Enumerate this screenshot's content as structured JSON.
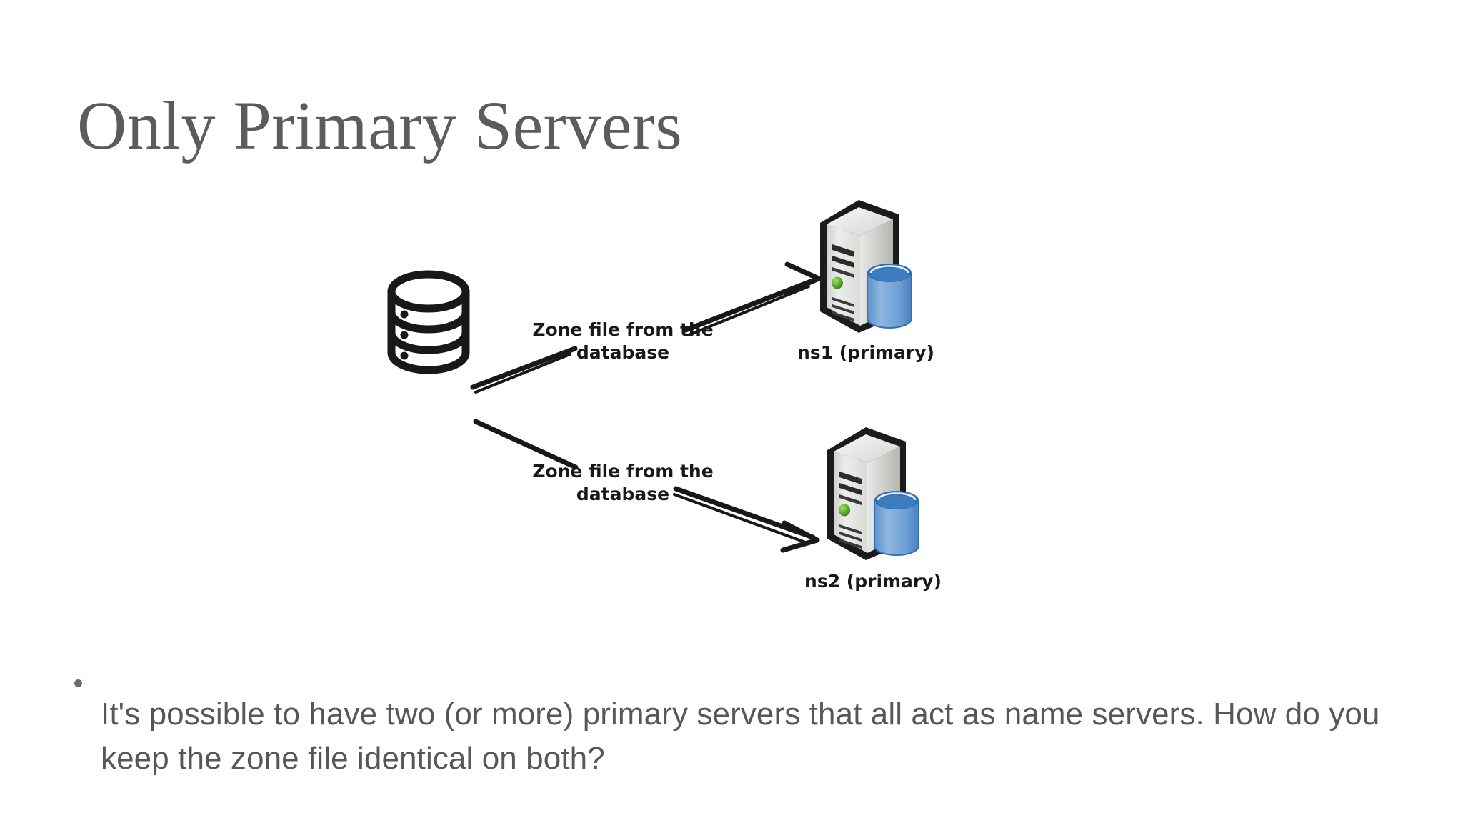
{
  "slide": {
    "title": "Only Primary Servers",
    "background_color": "#ffffff",
    "title_color": "#5a5c5e",
    "body_color": "#55585b"
  },
  "diagram": {
    "type": "flow",
    "source": {
      "icon": "database-cylinder-icon",
      "label": ""
    },
    "edges": [
      {
        "id": "edge-top",
        "label_line1": "Zone file from the",
        "label_line2": "database",
        "from": "database",
        "to": "ns1"
      },
      {
        "id": "edge-bottom",
        "label_line1": "Zone file from the",
        "label_line2": "database",
        "from": "database",
        "to": "ns2"
      }
    ],
    "nodes": [
      {
        "id": "ns1",
        "icon": "server-tower-database-icon",
        "label": "ns1 (primary)"
      },
      {
        "id": "ns2",
        "icon": "server-tower-database-icon",
        "label": "ns2 (primary)"
      }
    ],
    "colors": {
      "stroke": "#17181a",
      "server_body_light": "#f2f2f0",
      "server_body_mid": "#d8d8d4",
      "server_side": "#b9bab5",
      "led_green": "#5aad2a",
      "db_blue_top": "#2f6fb5",
      "db_blue_body": "#7aa8da"
    }
  },
  "body": {
    "bullets": [
      "It's possible to have two (or more) primary servers that all act as name servers. How do you keep the zone file identical on both?"
    ]
  }
}
